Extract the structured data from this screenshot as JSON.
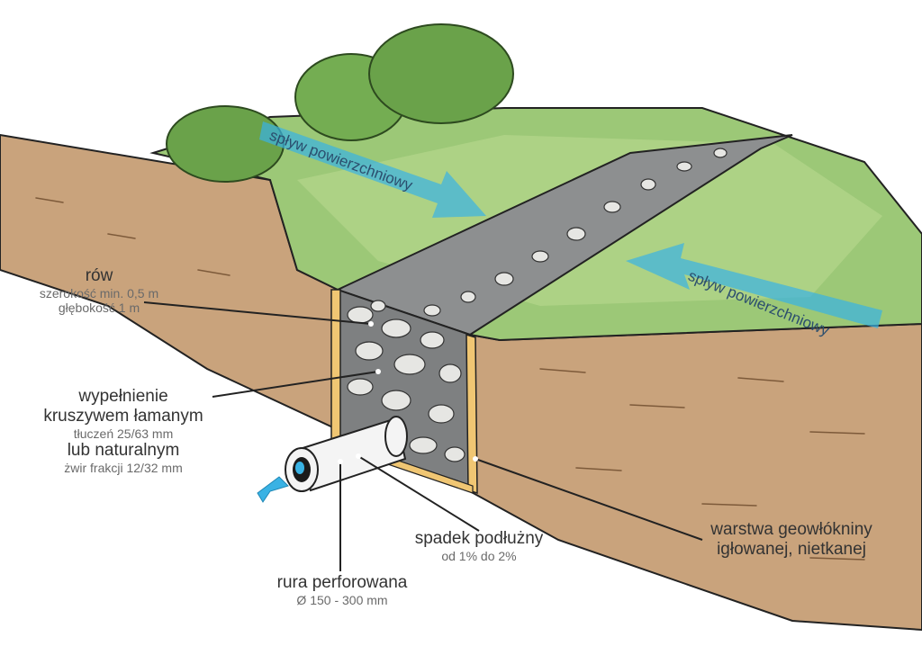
{
  "colors": {
    "soil": "#c9a37c",
    "soil_dark": "#b58d63",
    "grass": "#8fc06a",
    "grass_light": "#b9d98f",
    "bush": "#6aa24a",
    "gravel": "#8d8f90",
    "stone": "#e6e6e3",
    "geotextile": "#f0c673",
    "arrow": "#39b2e4",
    "pipe": "#f4f4f4",
    "line": "#222222"
  },
  "icons": {
    "surface_arrow_1": "arrow-right",
    "surface_arrow_2": "arrow-left",
    "outflow_arrow": "arrow-down-left"
  },
  "arrows": {
    "surface_runoff_1": "spływ powierzchniowy",
    "surface_runoff_2": "spływ powierzchniowy"
  },
  "labels": {
    "trench": {
      "title": "rów",
      "line1": "szerokość min.  0,5 m",
      "line2": "głębokość 1 m"
    },
    "fill": {
      "line1": "wypełnienie",
      "line2": "kruszywem łamanym",
      "line3": "tłuczeń 25/63 mm",
      "line4": "lub naturalnym",
      "line5": "żwir frakcji 12/32 mm"
    },
    "slope": {
      "title": "spadek podłużny",
      "sub": "od 1% do 2%"
    },
    "pipe": {
      "title": "rura perforowana",
      "sub": "Ø 150 - 300 mm"
    },
    "geotextile": {
      "line1": "warstwa geowłókniny",
      "line2": "igłowanej, nietkanej"
    }
  }
}
